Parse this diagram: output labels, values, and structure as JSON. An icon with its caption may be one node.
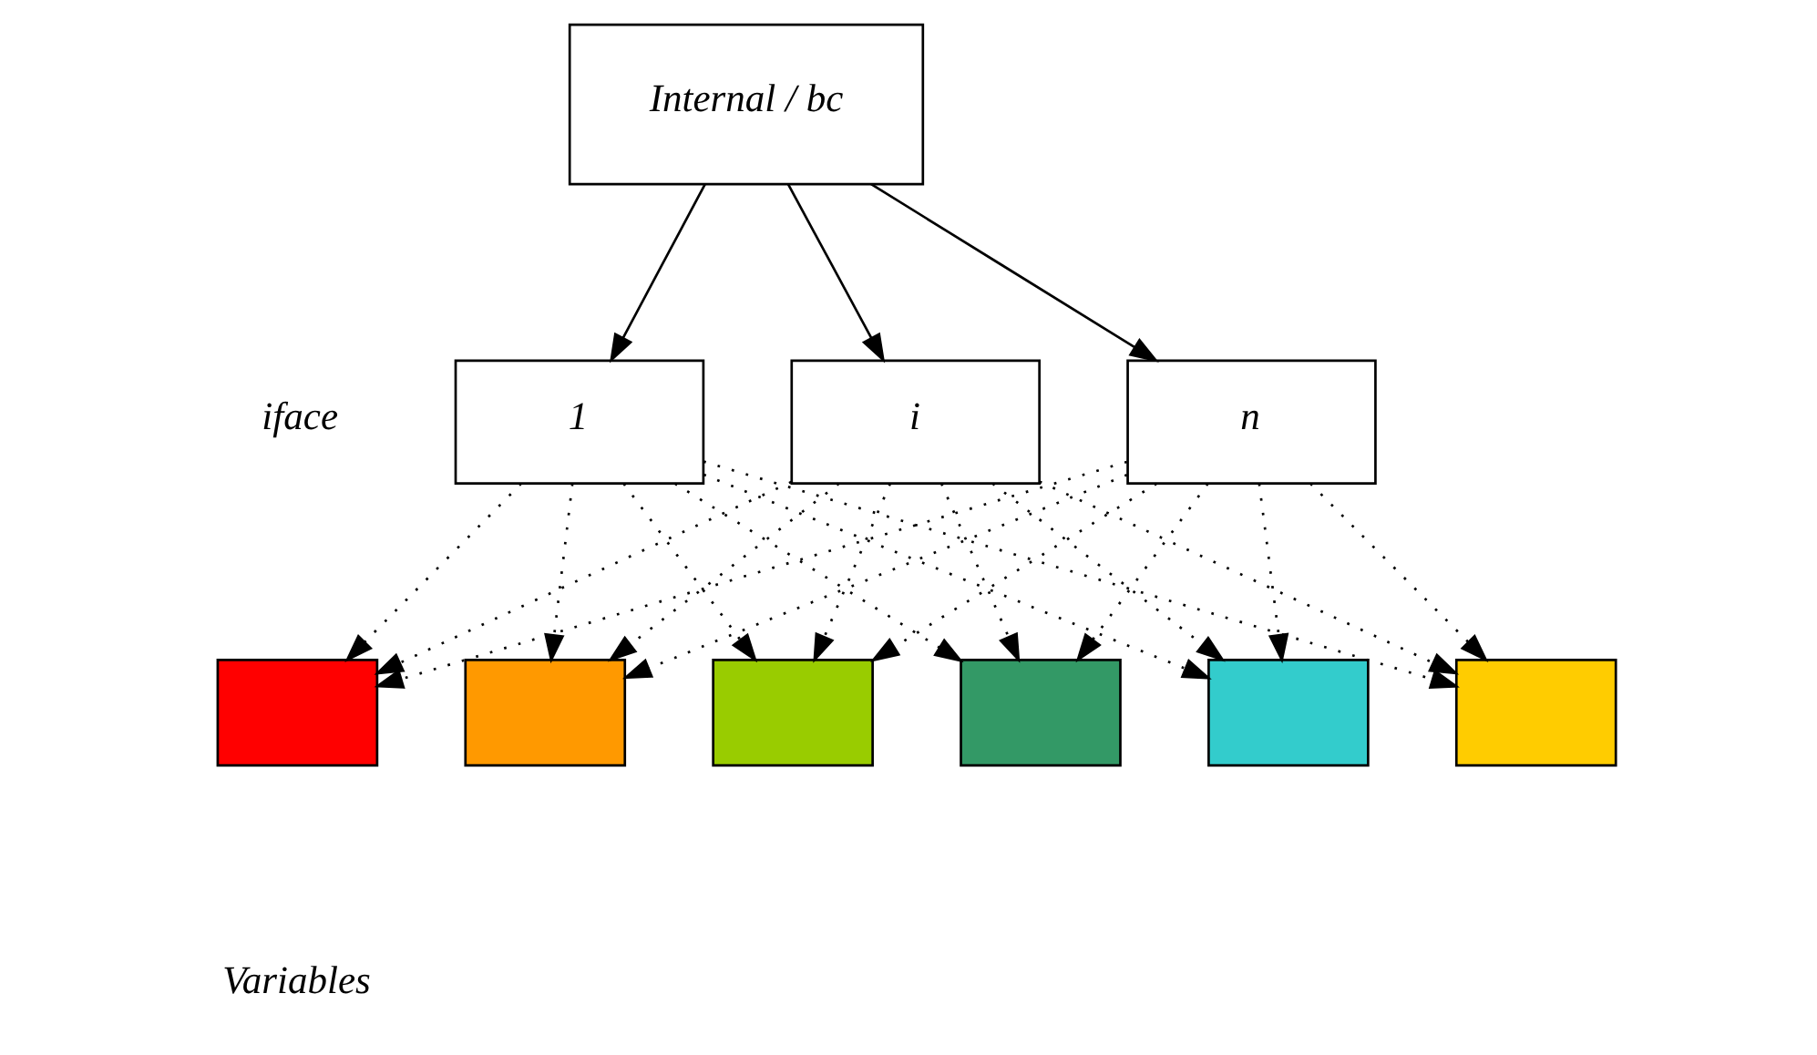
{
  "diagram": {
    "nodes": [
      {
        "text": [
          "Internal / bc"
        ]
      },
      {
        "text": [
          "1"
        ]
      },
      {
        "text": [
          "i"
        ]
      },
      {
        "text": [
          "n"
        ]
      },
      {
        "text": [],
        "shape": "box"
      },
      {
        "text": [],
        "shape": "box"
      },
      {
        "text": [],
        "shape": "box"
      },
      {
        "text": [],
        "shape": "box"
      },
      {
        "text": [],
        "shape": "box"
      },
      {
        "text": [],
        "shape": "box"
      }
    ],
    "edges": [
      {
        "from": 0,
        "to": 1,
        "arrow": "to"
      },
      {
        "from": 0,
        "to": 2,
        "arrow": "to"
      },
      {
        "from": 0,
        "to": 3,
        "arrow": "to"
      },
      {
        "from": 1,
        "to": 4,
        "arrow": "to",
        "style": "dashed"
      },
      {
        "from": 1,
        "to": 5,
        "arrow": "to",
        "style": "dashed"
      },
      {
        "from": 1,
        "to": 6,
        "arrow": "to",
        "style": "dashed"
      },
      {
        "from": 1,
        "to": 7,
        "arrow": "to",
        "style": "dashed"
      },
      {
        "from": 1,
        "to": 8,
        "arrow": "to",
        "style": "dashed"
      },
      {
        "from": 1,
        "to": 9,
        "arrow": "to",
        "style": "dashed"
      },
      {
        "from": 2,
        "to": 4,
        "arrow": "to",
        "style": "dashed"
      },
      {
        "from": 2,
        "to": 5,
        "arrow": "to",
        "style": "dashed"
      },
      {
        "from": 2,
        "to": 6,
        "arrow": "to",
        "style": "dashed"
      },
      {
        "from": 2,
        "to": 7,
        "arrow": "to",
        "style": "dashed"
      },
      {
        "from": 2,
        "to": 8,
        "arrow": "to",
        "style": "dashed"
      },
      {
        "from": 2,
        "to": 9,
        "arrow": "to",
        "style": "dashed"
      },
      {
        "from": 3,
        "to": 4,
        "arrow": "to",
        "style": "dashed"
      },
      {
        "from": 3,
        "to": 5,
        "arrow": "to",
        "style": "dashed"
      },
      {
        "from": 3,
        "to": 6,
        "arrow": "to",
        "style": "dashed"
      },
      {
        "from": 3,
        "to": 7,
        "arrow": "to",
        "style": "dashed"
      },
      {
        "from": 3,
        "to": 8,
        "arrow": "to",
        "style": "dashed"
      },
      {
        "from": 3,
        "to": 9,
        "arrow": "to",
        "style": "dashed"
      }
    ],
    "labels": [
      "iface",
      "Variables"
    ]
  }
}
